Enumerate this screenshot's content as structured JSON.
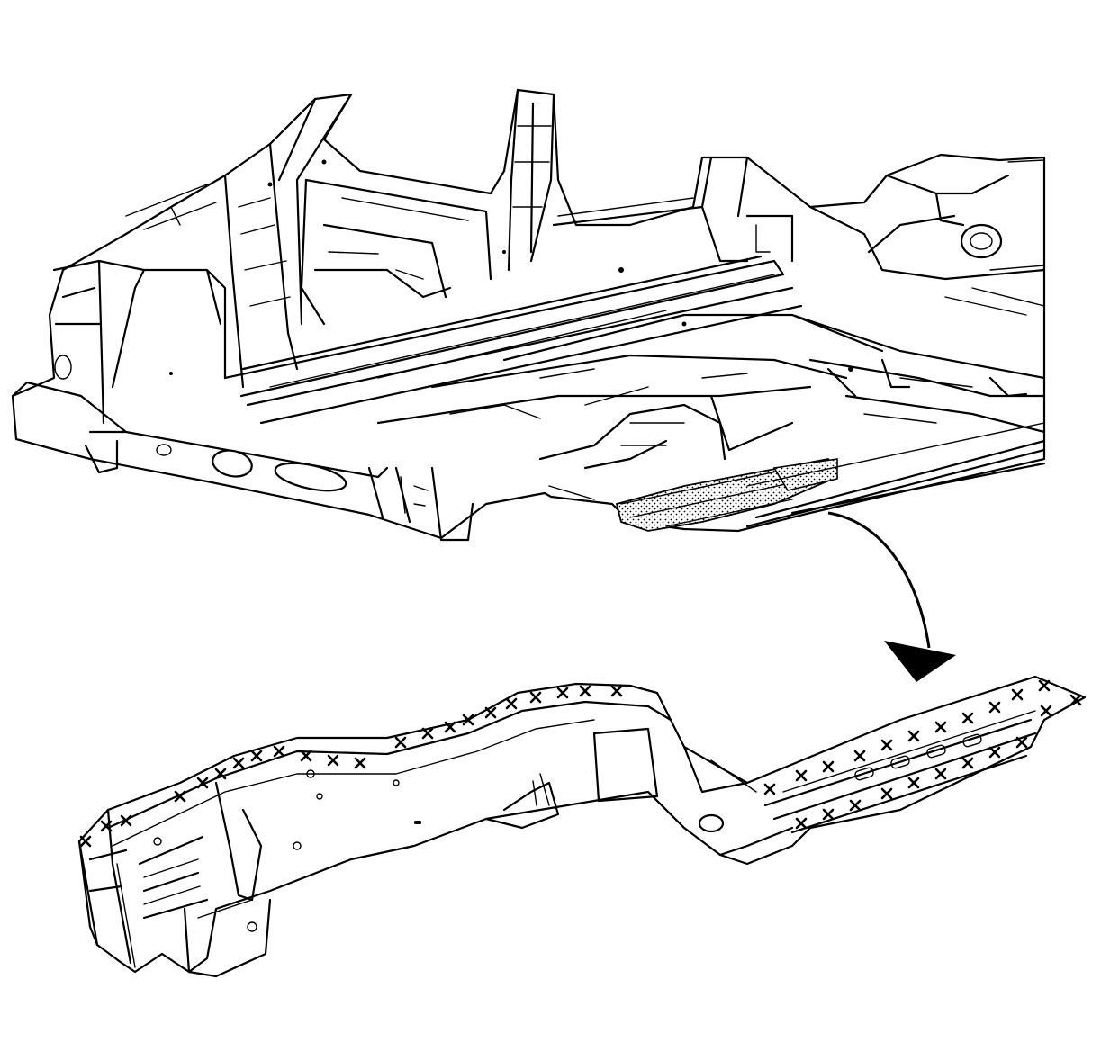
{
  "figure": {
    "kind": "vehicle-body-service-illustration",
    "components": [
      {
        "id": "vehicle-underbody",
        "desc_icon": "body-structure-icon"
      },
      {
        "id": "removed-frame-rail",
        "desc_icon": "frame-rail-icon"
      }
    ],
    "pointer": {
      "icon": "curved-arrow-icon",
      "direction": "down"
    },
    "weld_marker": {
      "icon": "weld-x-icon",
      "count": 44
    },
    "highlight_fill": "stippled",
    "colors": {
      "ink": "#000000",
      "paper": "#ffffff"
    }
  }
}
